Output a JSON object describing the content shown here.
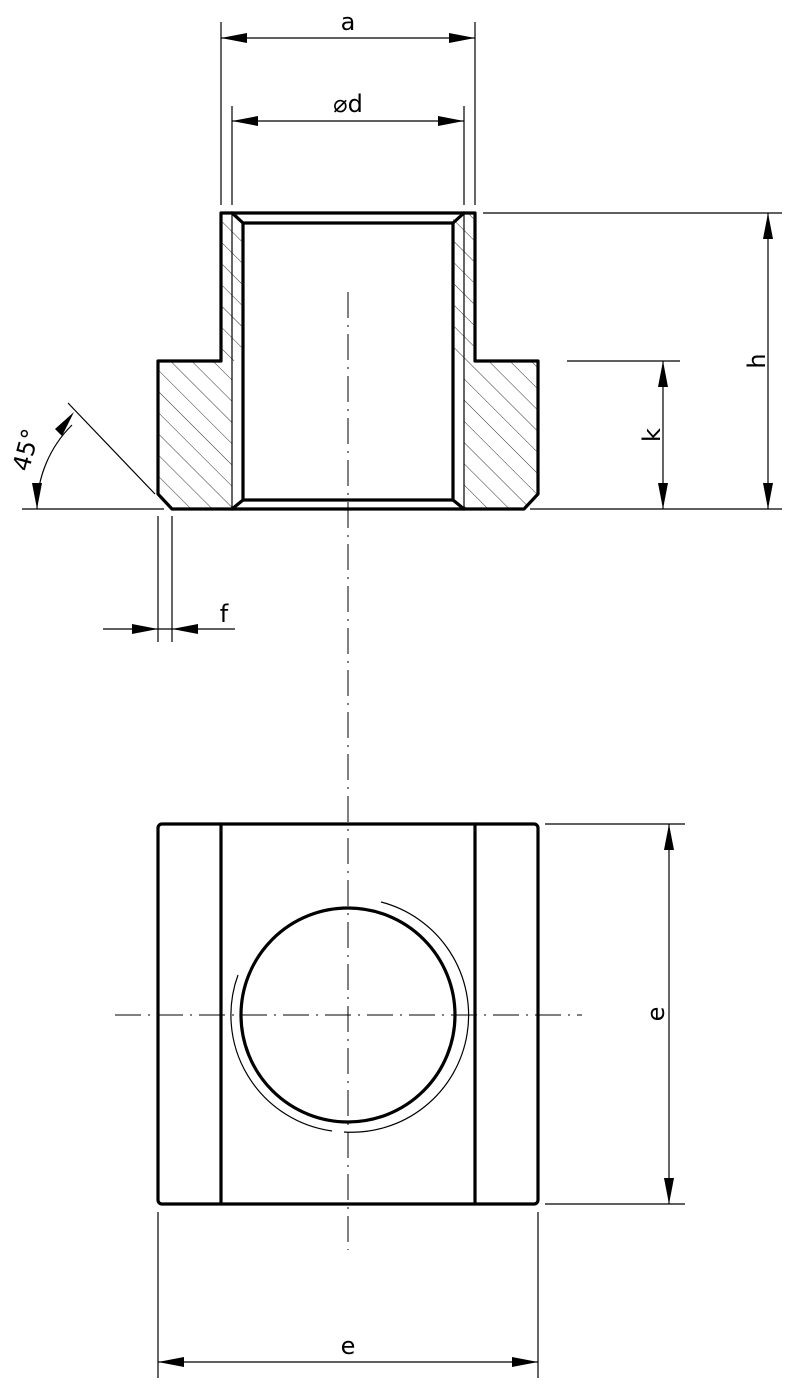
{
  "labels": {
    "a": "a",
    "d": "⌀d",
    "h": "h",
    "k": "k",
    "angle": "45°",
    "f": "f",
    "e_vertical": "e",
    "e_horizontal": "e"
  }
}
